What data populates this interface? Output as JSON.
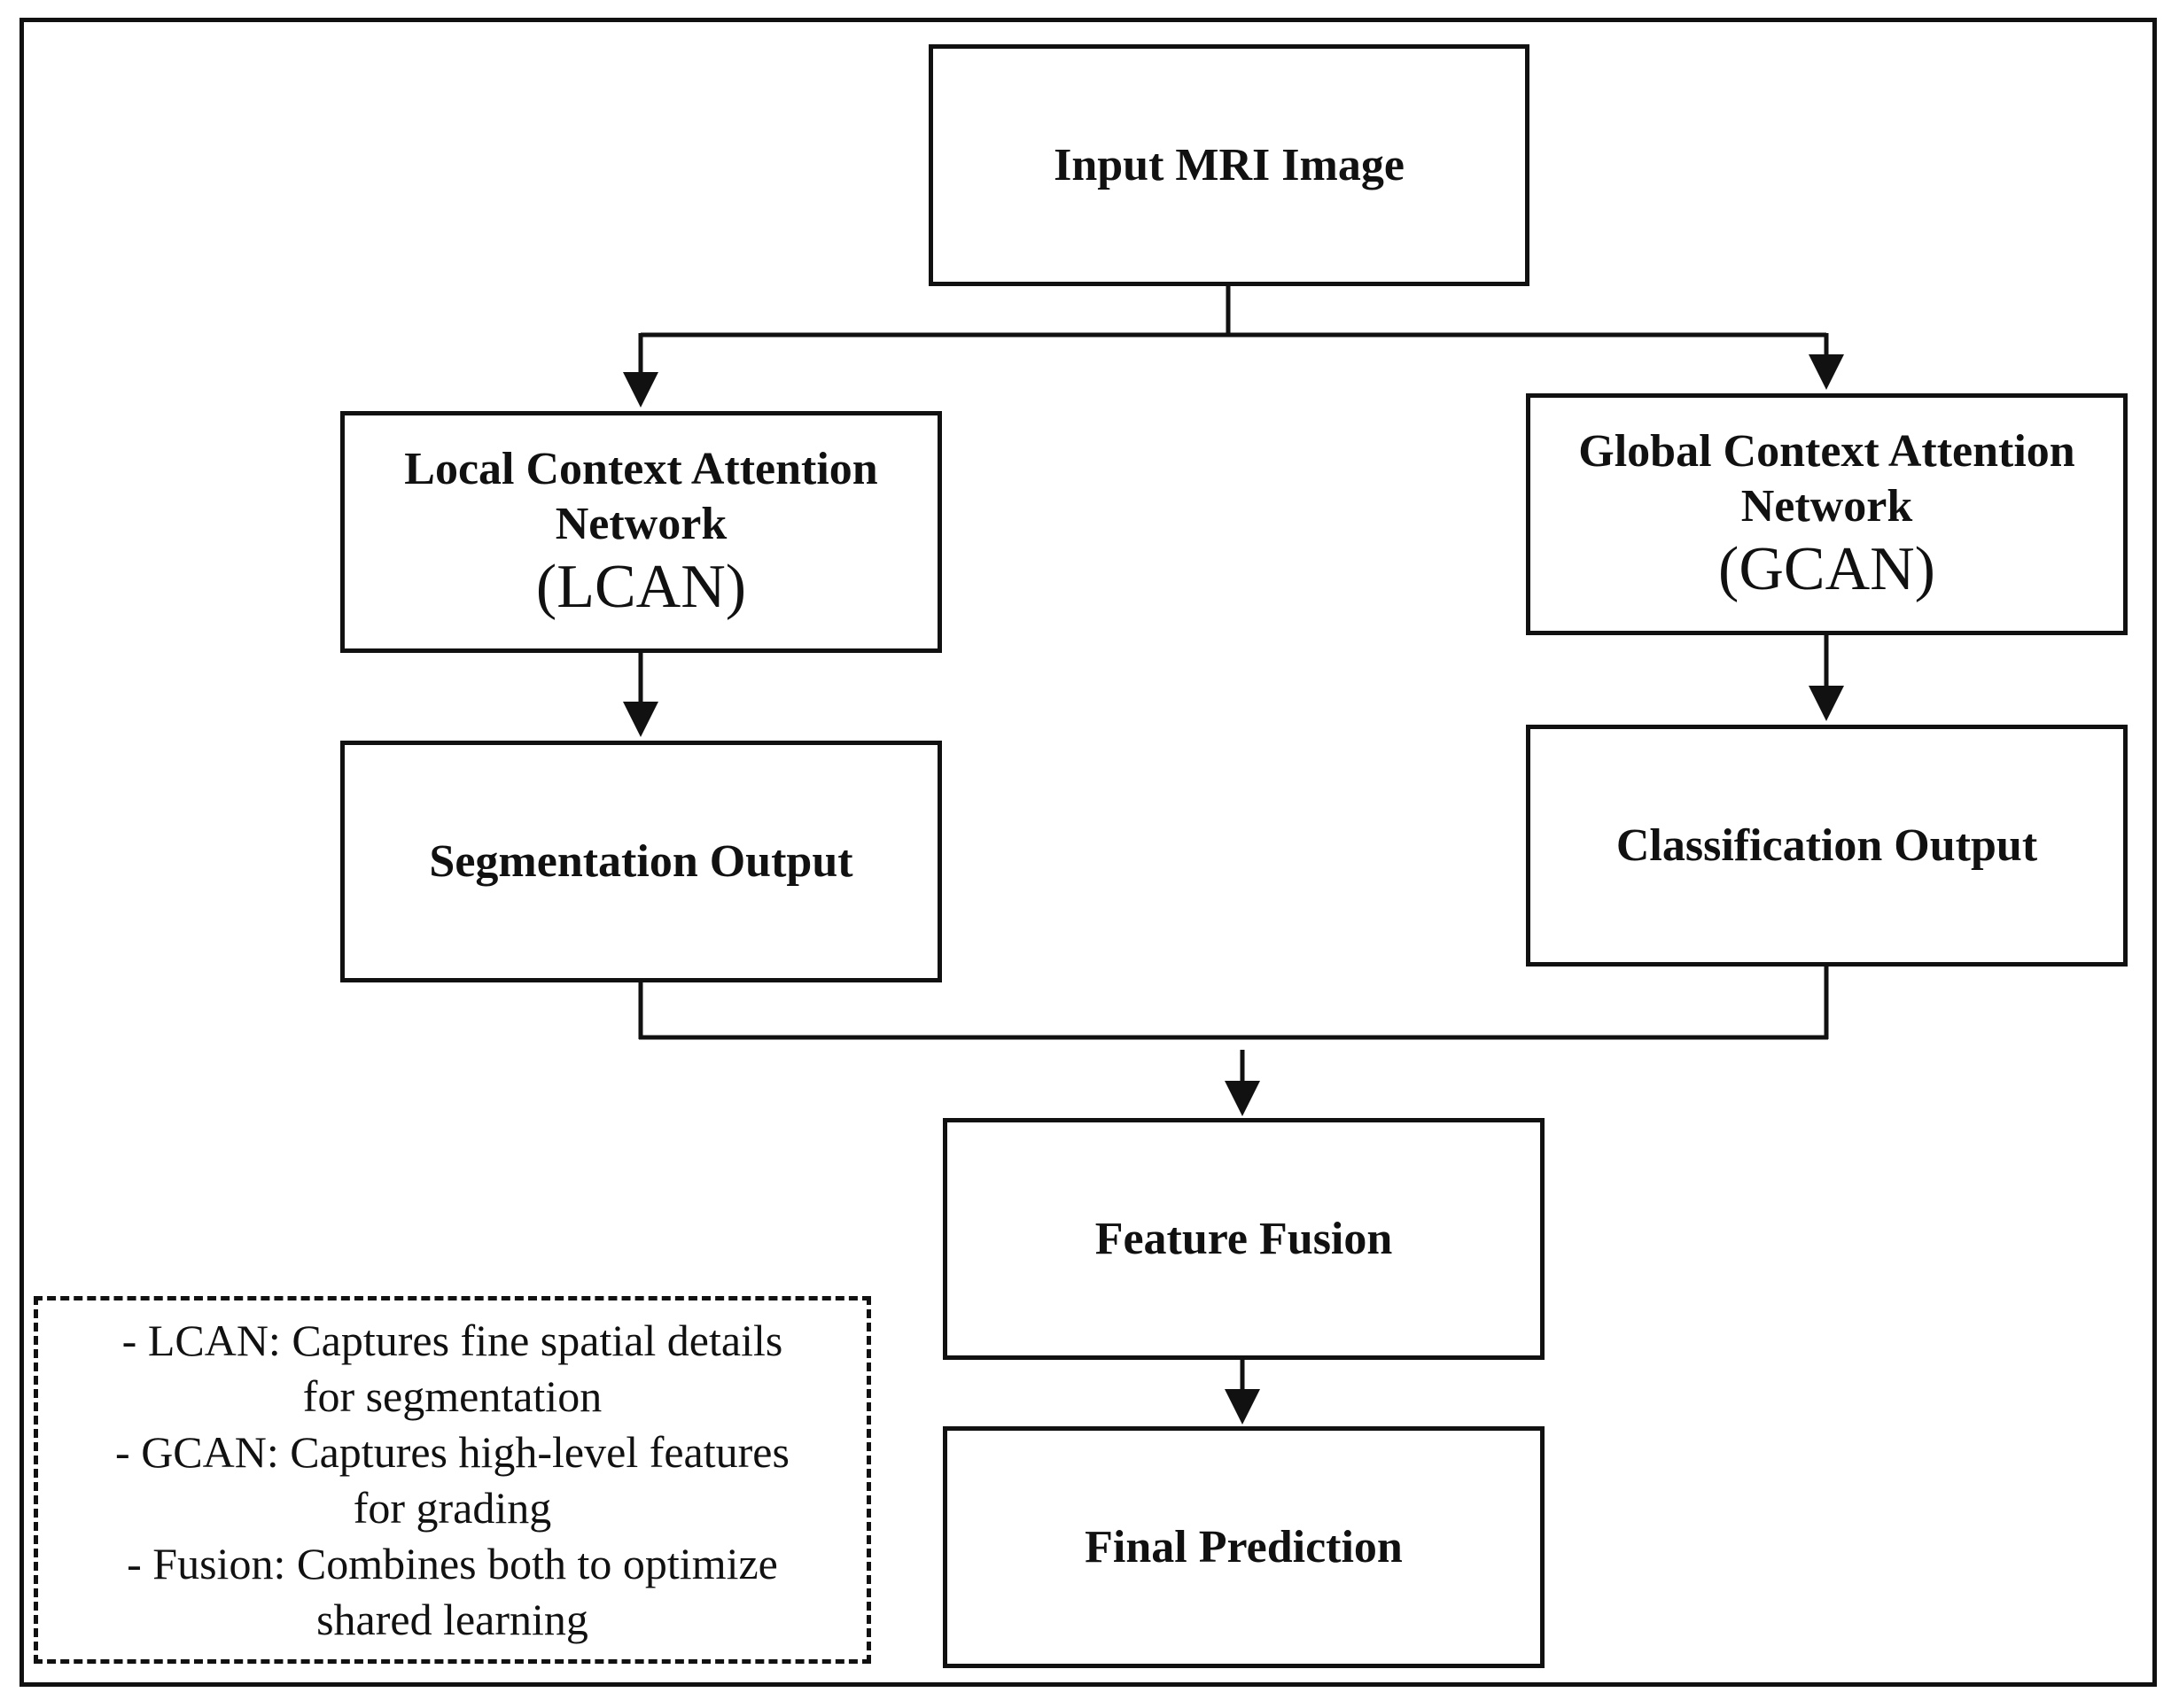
{
  "nodes": {
    "input": {
      "label": "Input MRI Image"
    },
    "lcan": {
      "label_line1": "Local Context Attention",
      "label_line2": "Network",
      "abbr": "(LCAN)"
    },
    "gcan": {
      "label_line1": "Global Context Attention",
      "label_line2": "Network",
      "abbr": "(GCAN)"
    },
    "segmentation": {
      "label": "Segmentation Output"
    },
    "classification": {
      "label": "Classification Output"
    },
    "fusion": {
      "label": "Feature Fusion"
    },
    "prediction": {
      "label": "Final Prediction"
    }
  },
  "note": {
    "lines": [
      "- LCAN: Captures fine spatial details",
      "for segmentation",
      "- GCAN: Captures high-level features",
      "for grading",
      "- Fusion: Combines both to optimize",
      "shared learning"
    ]
  },
  "edges": [
    [
      "input",
      "lcan"
    ],
    [
      "input",
      "gcan"
    ],
    [
      "lcan",
      "segmentation"
    ],
    [
      "gcan",
      "classification"
    ],
    [
      "segmentation",
      "fusion"
    ],
    [
      "classification",
      "fusion"
    ],
    [
      "fusion",
      "prediction"
    ]
  ]
}
